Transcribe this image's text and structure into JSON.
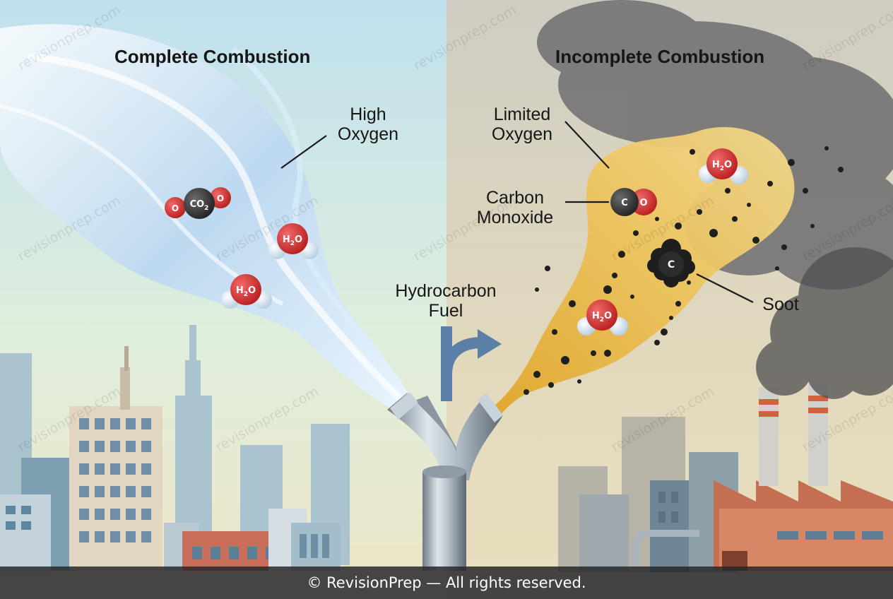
{
  "headings": {
    "left": "Complete Combustion",
    "right": "Incomplete Combustion"
  },
  "callouts": {
    "high_oxygen": "High\nOxygen",
    "limited_oxygen": "Limited\nOxygen",
    "carbon_monoxide": "Carbon\nMonoxide",
    "soot": "Soot",
    "fuel": "Hydrocarbon\nFuel"
  },
  "molecules": {
    "co2": {
      "center": "CO",
      "sub": "2",
      "atoms": "O"
    },
    "water": {
      "main": "H",
      "sub": "2",
      "tail": "O"
    },
    "co": {
      "carbon": "C",
      "oxygen": "O"
    },
    "soot": {
      "carbon": "C"
    }
  },
  "watermark": "revisionprep.com",
  "footer": "© RevisionPrep — All rights reserved.",
  "colors": {
    "sky_left": "#cfe6ee",
    "sky_right": "#d9d5c4",
    "clean_flame": "#bcd8f0",
    "dirty_flame": "#e3b23c",
    "smoke": "#6e6e70",
    "oxygen_atom": "#d42a2a",
    "carbon_atom": "#3a3a3a",
    "hydrogen_atom": "#dde8f2"
  }
}
